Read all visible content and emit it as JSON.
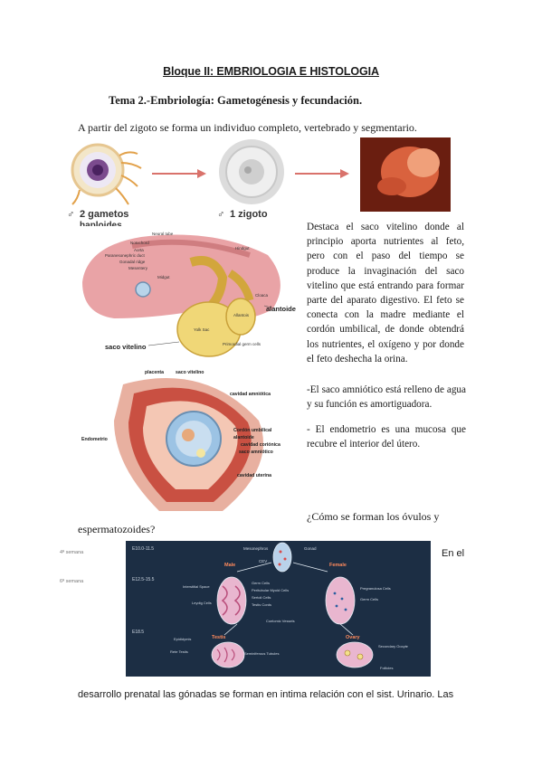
{
  "heading": {
    "block_title": "Bloque II: EMBRIOLOGIA E HISTOLOGIA",
    "topic_title": "Tema 2.-Embriología: Gametogénesis y fecundación."
  },
  "intro": "A partir del zigoto se forma un individuo completo, vertebrado y segmentario.",
  "figure1": {
    "label_gametes": "2 gametos",
    "label_gametes_cut": "haploides",
    "label_zygote": "1 zigoto"
  },
  "figure2": {
    "labels": [
      "Neural tube",
      "Notochord",
      "Aorta",
      "Paranesonephric duct",
      "Gonadal ridge",
      "Mesentery",
      "Midgut",
      "Hindgut",
      "Cloaca",
      "Allantois",
      "Yolk Sac",
      "Primordial germ cells"
    ],
    "callout_allantois": "alantoide",
    "callout_yolk": "saco vitelino"
  },
  "paragraph1": "Destaca el saco vitelino donde al principio aporta nutrientes al feto, pero con el paso del tiempo se produce la invaginación del saco vitelino que está entrando para formar parte del aparato digestivo. El feto se conecta con la madre mediante el cordón umbilical, de donde obtendrá los nutrientes, el oxígeno y por donde el feto deshecha la orina.",
  "figure3": {
    "labels": [
      "placenta",
      "saco vitelino",
      "cavidad amniótica",
      "Endometrio",
      "Cordón umbilical",
      "alantoide",
      "cavidad coriónica",
      "saco amniótico",
      "cavidad uterina"
    ]
  },
  "paragraph2": "-El saco amniótico está relleno de agua y su función es amortiguadora.",
  "paragraph3": "- El endometrio es una mucosa que recubre el interior del útero.",
  "question_line1": "¿Cómo se forman los óvulos y",
  "question_line2": "espermatozoides?",
  "figure4": {
    "week4": "4ª semana",
    "week6": "6ª semana",
    "stage1": "E10.0-11.5",
    "stage2": "E12.5-15.5",
    "stage3": "E18.5",
    "mesonephros": "Mesonephros",
    "gonad": "Gonad",
    "cev": "CEV",
    "male": "Male",
    "female": "Female",
    "male_labels": [
      "Interstitial Space",
      "Leydig Cells",
      "Germ Cells",
      "Peritubular Myoid Cells",
      "Sertoli Cells",
      "Testis Cords"
    ],
    "coelomic": "Coelomic Vessels",
    "female_labels": [
      "Pregranulosa Cells",
      "Germ Cells"
    ],
    "testis": "Testis",
    "ovary": "Ovary",
    "bottom_left": [
      "Epididymis",
      "Rete Testis",
      "Seminiferous Tubules"
    ],
    "bottom_right": [
      "Secondary Oocyte",
      "Follicles"
    ]
  },
  "side_text": "En el",
  "bottom_text": "desarrollo prenatal las gónadas se forman en intima relación con el sist. Urinario. Las"
}
